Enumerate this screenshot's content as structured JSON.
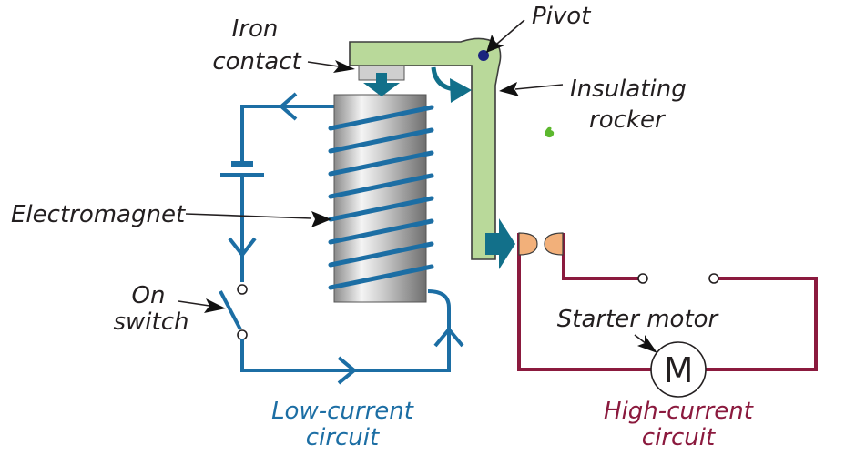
{
  "diagram": {
    "title": "Starter motor relay circuit",
    "labels": {
      "iron_contact_line1": "Iron",
      "iron_contact_line2": "contact",
      "pivot": "Pivot",
      "insulating_rocker_line1": "Insulating",
      "insulating_rocker_line2": "rocker",
      "electromagnet": "Electromagnet",
      "on_switch_line1": "On",
      "on_switch_line2": "switch",
      "starter_motor": "Starter motor",
      "motor_symbol": "M",
      "low_current_line1": "Low-current",
      "low_current_line2": "circuit",
      "high_current_line1": "High-current",
      "high_current_line2": "circuit"
    },
    "colors": {
      "low_current_wire": "#1c6ea4",
      "high_current_wire": "#8b1a3e",
      "rocker_fill": "#b9d99a",
      "contact_fill": "#f2b07a",
      "motion_arrow": "#12708a",
      "pivot_dot": "#1a237e"
    },
    "stray_icon": "green-flame-icon"
  }
}
